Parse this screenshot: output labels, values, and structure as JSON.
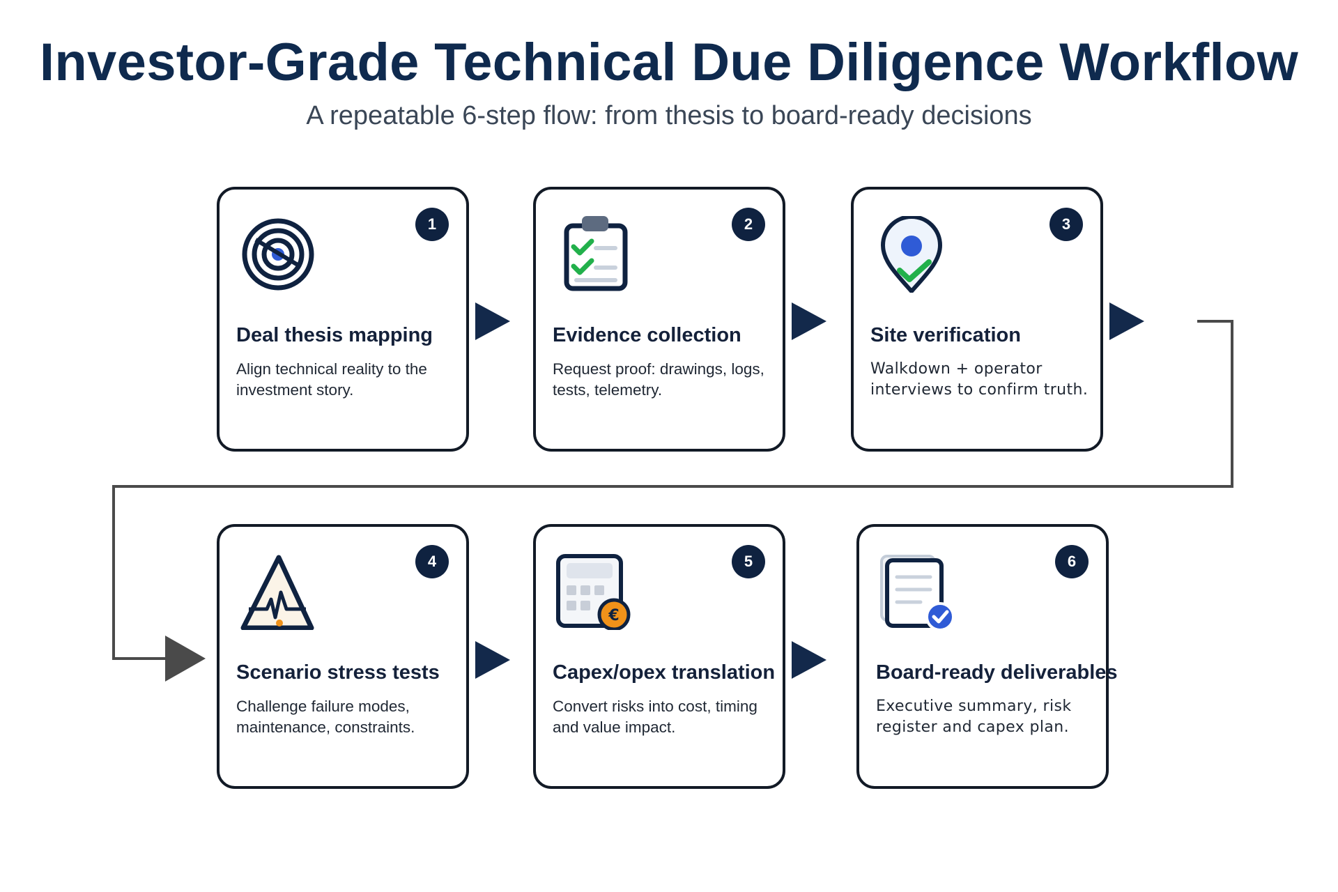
{
  "header": {
    "title": "Investor-Grade Technical Due Diligence Workflow",
    "subtitle": "A repeatable 6-step flow: from thesis to board-ready decisions"
  },
  "steps": [
    {
      "number": "1",
      "title": "Deal thesis mapping",
      "desc": "Align technical reality to the investment story.",
      "icon": "target-icon"
    },
    {
      "number": "2",
      "title": "Evidence collection",
      "desc": "Request proof: drawings, logs, tests, telemetry.",
      "icon": "clipboard-check-icon"
    },
    {
      "number": "3",
      "title": "Site verification",
      "desc": "Walkdown + operator interviews to confirm truth.",
      "icon": "location-pin-check-icon"
    },
    {
      "number": "4",
      "title": "Scenario stress tests",
      "desc": "Challenge failure modes, maintenance, constraints.",
      "icon": "mountain-pulse-icon"
    },
    {
      "number": "5",
      "title": "Capex/opex translation",
      "desc": "Convert risks into cost, timing and value impact.",
      "icon": "calculator-euro-icon"
    },
    {
      "number": "6",
      "title": "Board-ready deliverables",
      "desc": "Executive summary, risk register and capex plan.",
      "icon": "document-check-icon"
    }
  ],
  "colors": {
    "title": "#0f2a4e",
    "badge": "#0f2240",
    "arrow": "#13294b",
    "connector": "#4a4a4a",
    "check_green": "#22b04b",
    "accent_blue": "#2f5bd6",
    "coin_orange": "#f0921a"
  }
}
